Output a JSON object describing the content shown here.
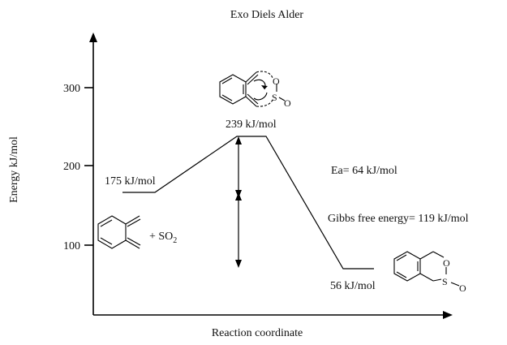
{
  "title": "Exo Diels Alder",
  "axes": {
    "ylabel": "Energy kJ/mol",
    "xlabel": "Reaction coordinate",
    "ticks": [
      "300",
      "200",
      "100"
    ]
  },
  "levels": {
    "reactants": "175 kJ/mol",
    "transition_state": "239 kJ/mol",
    "product": "56 kJ/mol"
  },
  "annotations": {
    "activation_energy": "Ea= 64 kJ/mol",
    "gibbs": "Gibbs free energy= 119 kJ/mol"
  },
  "reactants": {
    "plus": "+ SO",
    "subscript": "2"
  },
  "atoms": {
    "oxygen": "O",
    "sulfur": "S"
  }
}
